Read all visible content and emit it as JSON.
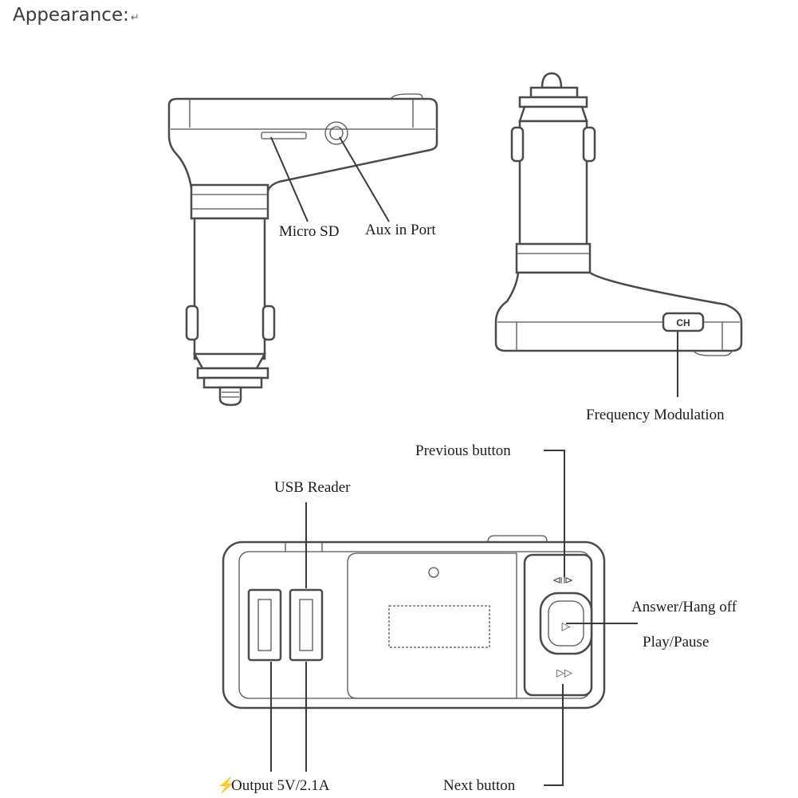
{
  "heading": {
    "text": "Appearance:",
    "mark": "↵"
  },
  "labels": {
    "micro_sd": "Micro SD",
    "aux_in_port": "Aux in Port",
    "ch_button": "CH",
    "frequency_modulation": "Frequency Modulation",
    "previous_button": "Previous button",
    "usb_reader": "USB Reader",
    "answer_hang_off": "Answer/Hang off",
    "play_pause": "Play/Pause",
    "output": "Output 5V/2.1A",
    "bolt_icon": "⚡",
    "next_button": "Next button"
  }
}
